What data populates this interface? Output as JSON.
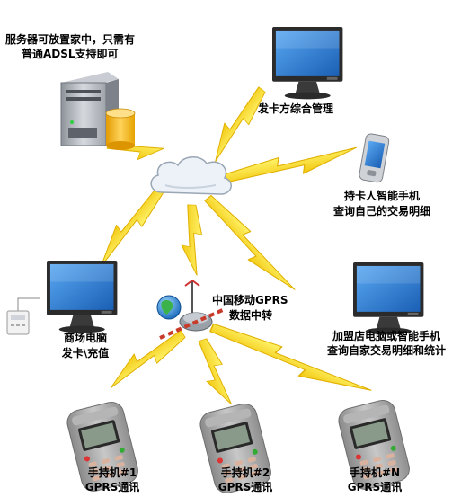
{
  "colors": {
    "bolt": "#f4e21c",
    "bolt_edge": "#e2b400",
    "monitor_frame": "#2b2b2b",
    "screen": "#2f7fdc",
    "server": "#b8bcc4",
    "disk": "#f6b41a",
    "cloud": "#e8eef5",
    "handset": "#a9a9a9"
  },
  "labels": {
    "server_line1": "服务器可放置家中，只需有",
    "server_line2": "普通ADSL支持即可",
    "issuer_mgmt": "发卡方综合管理",
    "cardholder_line1": "持卡人智能手机",
    "cardholder_line2": "查询自己的交易明细",
    "gprs_line1": "中国移动GPRS",
    "gprs_line2": "数据中转",
    "store_pc_line1": "商场电脑",
    "store_pc_line2": "发卡\\充值",
    "franchise_line1": "加盟店电脑或智能手机",
    "franchise_line2": "查询自家交易明细和统计",
    "handset1_line1": "手持机#1",
    "handset1_line2": "GPRS通讯",
    "handset2_line1": "手持机#2",
    "handset2_line2": "GPRS通讯",
    "handsetN_line1": "手持机#N",
    "handsetN_line2": "GPRS通讯"
  }
}
